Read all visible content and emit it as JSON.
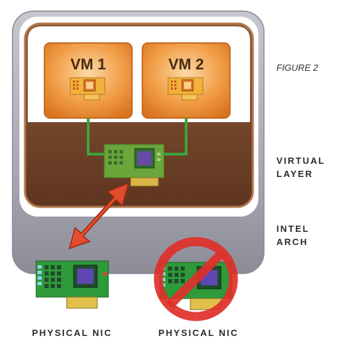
{
  "figure_label": "FIGURE 2",
  "vms": [
    {
      "label": "VM 1"
    },
    {
      "label": "VM 2"
    }
  ],
  "layers": {
    "virtual": {
      "line1": "VIRTUAL",
      "line2": "LAYER"
    },
    "intel": {
      "line1": "INTEL",
      "line2": "ARCH"
    }
  },
  "nics": [
    {
      "label": "PHYSICAL NIC",
      "status": "connected"
    },
    {
      "label": "PHYSICAL NIC",
      "status": "prohibited"
    }
  ],
  "colors": {
    "vm_orange": "#e8892a",
    "virtual_layer_brown": "#7a4a2e",
    "intel_gray": "#9a9aa6",
    "connection_green": "#3da33d",
    "arrow_red": "#e5462a",
    "prohibit_red": "#e0302a"
  }
}
